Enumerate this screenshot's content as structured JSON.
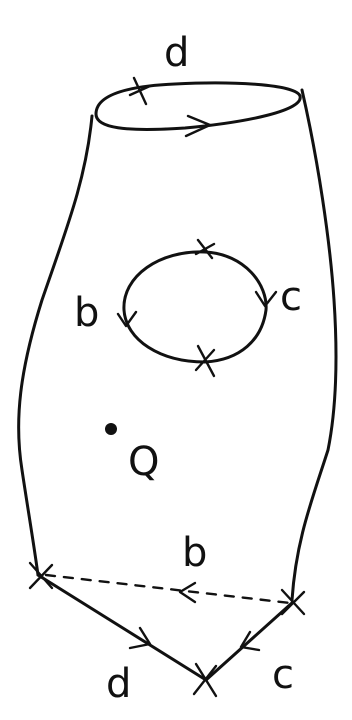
{
  "labels": {
    "top_d": "d",
    "hole_b": "b",
    "hole_c": "c",
    "point_q": "Q",
    "bottom_b": "b",
    "bottom_d": "d",
    "bottom_c": "c"
  },
  "colors": {
    "ink": "#111111",
    "background": "#ffffff"
  }
}
